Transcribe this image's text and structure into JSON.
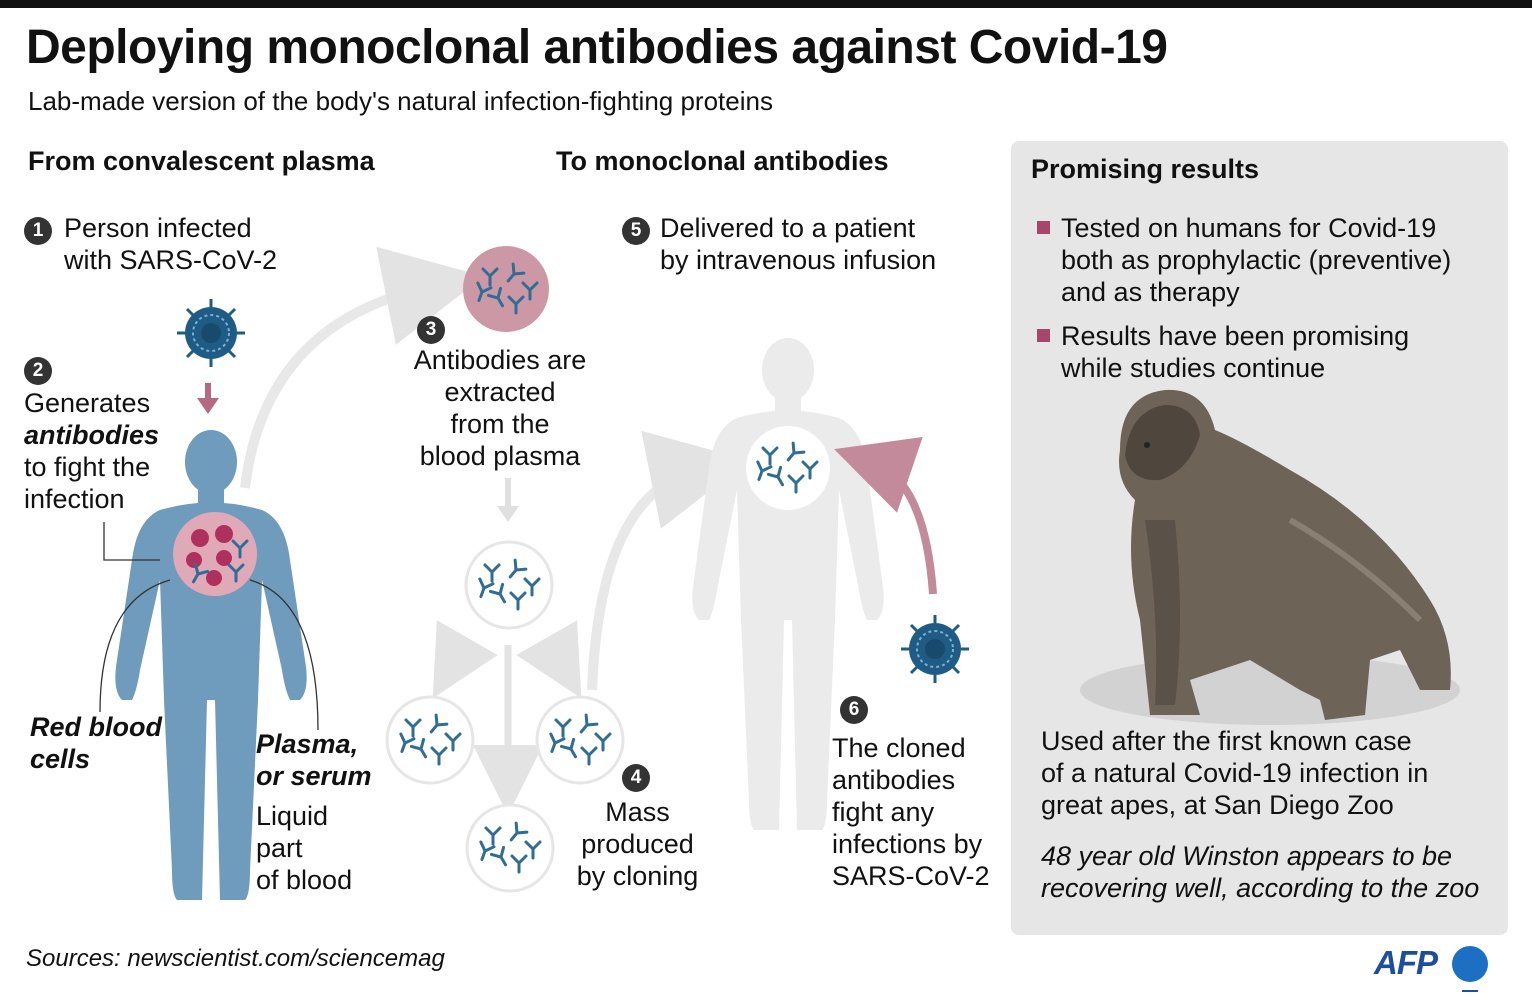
{
  "title": "Deploying monoclonal antibodies against Covid-19",
  "subtitle": "Lab-made version of the body's natural infection-fighting proteins",
  "sections": {
    "left": "From convalescent plasma",
    "middle": "To monoclonal antibodies",
    "right": "Promising results"
  },
  "steps": [
    {
      "number": "1",
      "lines": [
        "Person infected",
        "with SARS-CoV-2"
      ]
    },
    {
      "number": "2",
      "line1": "Generates",
      "emphasis": "antibodies",
      "line3": "to fight the",
      "line4": "infection"
    },
    {
      "number": "3",
      "lines": [
        "Antibodies are",
        "extracted",
        "from the",
        "blood plasma"
      ]
    },
    {
      "number": "4",
      "lines": [
        "Mass",
        "produced",
        "by cloning"
      ]
    },
    {
      "number": "5",
      "lines": [
        "Delivered to a patient",
        "by intravenous infusion"
      ]
    },
    {
      "number": "6",
      "lines": [
        "The cloned",
        "antibodies",
        "fight any",
        "infections by",
        "SARS-CoV-2"
      ]
    }
  ],
  "labels": {
    "red_blood_cells": [
      "Red blood",
      "cells"
    ],
    "plasma": [
      "Plasma,",
      "or serum"
    ],
    "plasma_desc": [
      "Liquid",
      "part",
      "of blood"
    ]
  },
  "results": {
    "bullets": [
      {
        "lines": [
          "Tested on humans for Covid-19",
          "both as prophylactic (preventive)",
          "and as therapy"
        ]
      },
      {
        "lines": [
          "Results have been promising",
          "while studies continue"
        ]
      }
    ],
    "usage": [
      "Used after the first known case",
      "of a natural Covid-19 infection in",
      "great apes, at San Diego Zoo"
    ],
    "note": [
      "48 year old Winston appears to be",
      "recovering well, according to the zoo"
    ]
  },
  "sources": "Sources: newscientist.com/sciencemag",
  "credit": "AFP",
  "colors": {
    "body_blue": "#6f9bbd",
    "virus_blue": "#1f5c85",
    "accent_pink": "#a8456a",
    "cell_pink": "#c9909e",
    "panel_gray": "#e6e6e6",
    "ghost_gray": "#ebebeb"
  },
  "icons": [
    "virus-icon",
    "antibody-icon",
    "blood-cell-icon",
    "human-figure-icon",
    "gorilla-icon"
  ]
}
